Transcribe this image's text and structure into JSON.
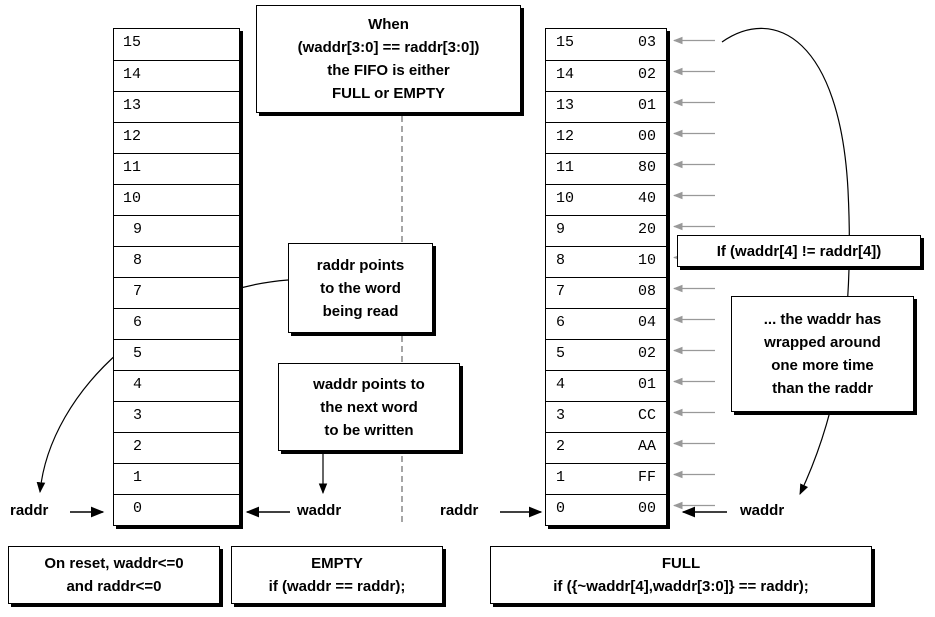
{
  "top_note": {
    "lines": [
      "When",
      "(waddr[3:0] == raddr[3:0])",
      "the FIFO is either",
      "FULL or EMPTY"
    ]
  },
  "left_memory": {
    "indices": [
      "15",
      "14",
      "13",
      "12",
      "11",
      "10",
      "9",
      "8",
      "7",
      "6",
      "5",
      "4",
      "3",
      "2",
      "1",
      "0"
    ]
  },
  "right_memory": {
    "indices": [
      "15",
      "14",
      "13",
      "12",
      "11",
      "10",
      "9",
      "8",
      "7",
      "6",
      "5",
      "4",
      "3",
      "2",
      "1",
      "0"
    ],
    "values": [
      "03",
      "02",
      "01",
      "00",
      "80",
      "40",
      "20",
      "10",
      "08",
      "04",
      "02",
      "01",
      "CC",
      "AA",
      "FF",
      "00"
    ]
  },
  "raddr_note": {
    "lines": [
      "raddr points",
      "to the word",
      "being read"
    ]
  },
  "waddr_note": {
    "lines": [
      "waddr points to",
      "the next word",
      "to be written"
    ]
  },
  "wrap_condition": {
    "text": "If (waddr[4] != raddr[4])"
  },
  "wrap_note": {
    "lines": [
      "...  the waddr has",
      "wrapped around",
      "one more time",
      "than the raddr"
    ]
  },
  "pointer_labels": {
    "left_raddr": "raddr",
    "left_waddr": "waddr",
    "right_raddr": "raddr",
    "right_waddr": "waddr"
  },
  "reset_box": {
    "lines": [
      "On reset, waddr<=0",
      "and raddr<=0"
    ]
  },
  "empty_box": {
    "lines": [
      "EMPTY",
      "if (waddr == raddr);"
    ]
  },
  "full_box": {
    "lines": [
      "FULL",
      "if ({~waddr[4],waddr[3:0]} == raddr);"
    ]
  }
}
